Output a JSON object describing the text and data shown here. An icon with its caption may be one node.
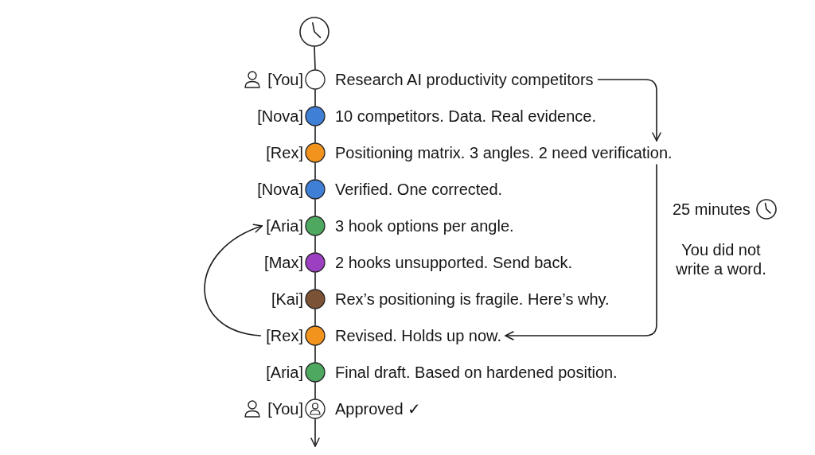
{
  "diagram": {
    "nodes": [
      {
        "text": [],
        "shape": "clock"
      },
      {
        "text": [
          "[You]"
        ]
      },
      {
        "text": [],
        "shape": "circle"
      },
      {
        "text": [
          "Research AI productivity competitors"
        ]
      },
      {
        "text": [
          "[Nova]"
        ]
      },
      {
        "text": [],
        "shape": "circle"
      },
      {
        "text": [
          "10 competitors. Data. Real evidence."
        ]
      },
      {
        "text": [
          "[Rex]"
        ]
      },
      {
        "text": [],
        "shape": "circle"
      },
      {
        "text": [
          "Positioning matrix. 3 angles. 2 need verification."
        ]
      },
      {
        "text": [
          "[Nova]"
        ]
      },
      {
        "text": [],
        "shape": "circle"
      },
      {
        "text": [
          "Verified. One corrected."
        ]
      },
      {
        "text": [
          "[Aria]"
        ]
      },
      {
        "text": [],
        "shape": "circle"
      },
      {
        "text": [
          "3 hook options per angle."
        ]
      },
      {
        "text": [
          "[Max]"
        ]
      },
      {
        "text": [],
        "shape": "circle"
      },
      {
        "text": [
          "2 hooks unsupported. Send back."
        ]
      },
      {
        "text": [
          "[Kai]"
        ]
      },
      {
        "text": [],
        "shape": "circle"
      },
      {
        "text": [
          "Rex’s positioning is fragile. Here’s why."
        ]
      },
      {
        "text": [
          "[Rex]"
        ]
      },
      {
        "text": [],
        "shape": "circle"
      },
      {
        "text": [
          "Revised. Holds up now."
        ]
      },
      {
        "text": [
          "[Aria]"
        ]
      },
      {
        "text": [],
        "shape": "circle"
      },
      {
        "text": [
          "Final draft. Based on hardened position."
        ]
      },
      {
        "text": [
          "[You]"
        ]
      },
      {
        "text": [],
        "shape": "circle"
      },
      {
        "text": [
          "Approved ✓"
        ]
      }
    ],
    "edges": [
      {
        "from": 0,
        "to": 2,
        "arrow": "none"
      },
      {
        "from": 2,
        "to": 5,
        "arrow": "none"
      },
      {
        "from": 5,
        "to": 8,
        "arrow": "none"
      },
      {
        "from": 8,
        "to": 11,
        "arrow": "none"
      },
      {
        "from": 11,
        "to": 14,
        "arrow": "none"
      },
      {
        "from": 14,
        "to": 17,
        "arrow": "none"
      },
      {
        "from": 17,
        "to": 20,
        "arrow": "none"
      },
      {
        "from": 20,
        "to": 23,
        "arrow": "none"
      },
      {
        "from": 23,
        "to": 26,
        "arrow": "none"
      },
      {
        "from": 26,
        "to": 29,
        "arrow": "none"
      },
      {
        "from": 29,
        "to": null,
        "arrow": "to"
      },
      {
        "from": 3,
        "to": 9,
        "arrow": "to"
      },
      {
        "from": 9,
        "to": 24,
        "arrow": "to"
      },
      {
        "from": 22,
        "to": 13,
        "arrow": "to"
      }
    ],
    "labels": [
      "25 minutes",
      "You did not write a word."
    ]
  }
}
